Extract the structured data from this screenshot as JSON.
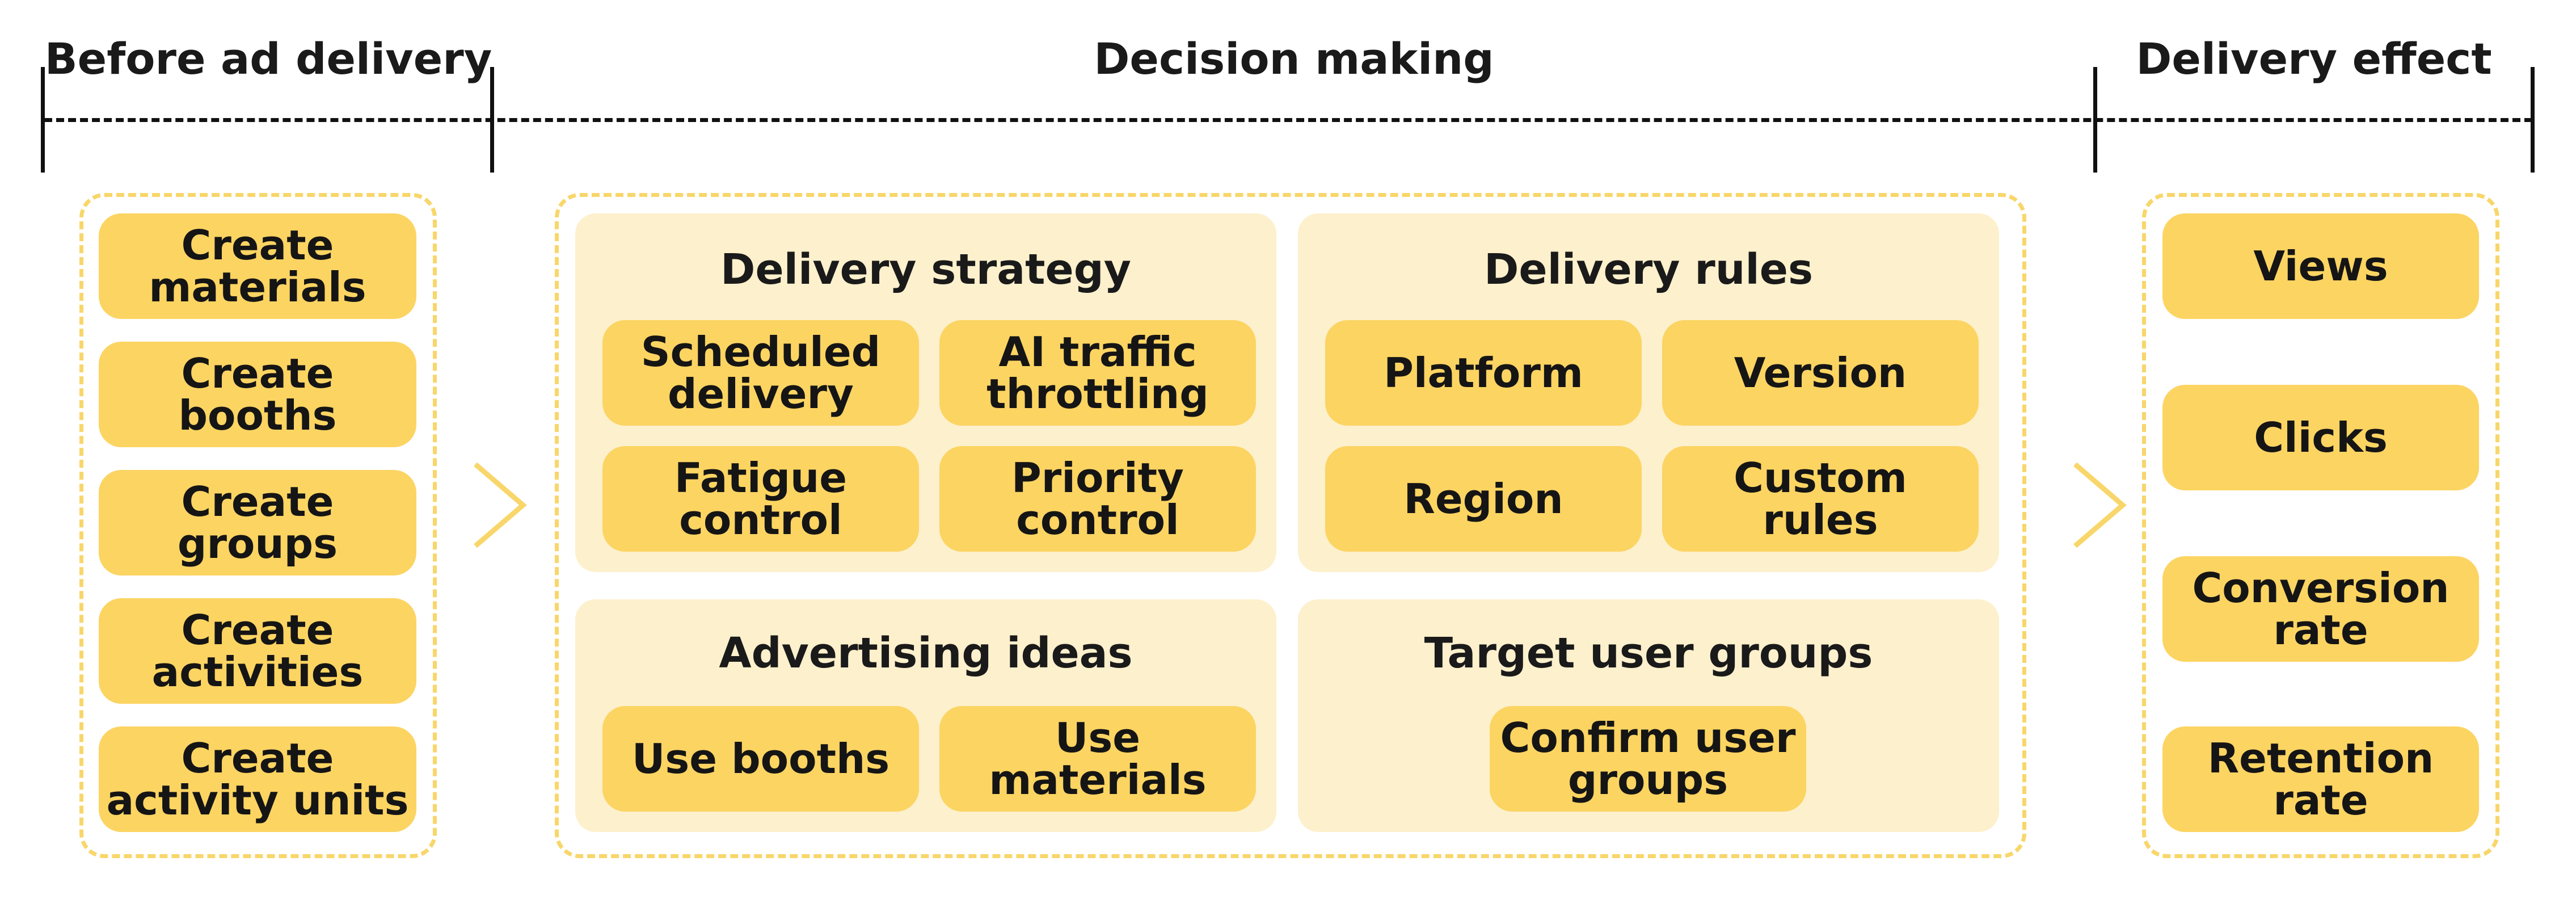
{
  "colors": {
    "box": "#fcd462",
    "panel": "#fdf0cc",
    "dashed_outline": "#f8d66a",
    "line": "#111111"
  },
  "phases": {
    "before": "Before ad delivery",
    "decision": "Decision making",
    "effect": "Delivery effect"
  },
  "before_items": [
    "Create\nmaterials",
    "Create booths",
    "Create groups",
    "Create\nactivities",
    "Create\nactivity units"
  ],
  "panels": {
    "strategy": {
      "title": "Delivery strategy",
      "items": [
        "Scheduled\ndelivery",
        "AI traffic\nthrottling",
        "Fatigue\ncontrol",
        "Priority\ncontrol"
      ]
    },
    "rules": {
      "title": "Delivery rules",
      "items": [
        "Platform",
        "Version",
        "Region",
        "Custom rules"
      ]
    },
    "ideas": {
      "title": "Advertising ideas",
      "items": [
        "Use booths",
        "Use materials"
      ]
    },
    "targets": {
      "title": "Target user groups",
      "items": [
        "Confirm user\ngroups"
      ]
    }
  },
  "effect_items": [
    "Views",
    "Clicks",
    "Conversion\nrate",
    "Retention\nrate"
  ],
  "icons": {
    "flow_arrow": "chevron-right-icon"
  }
}
